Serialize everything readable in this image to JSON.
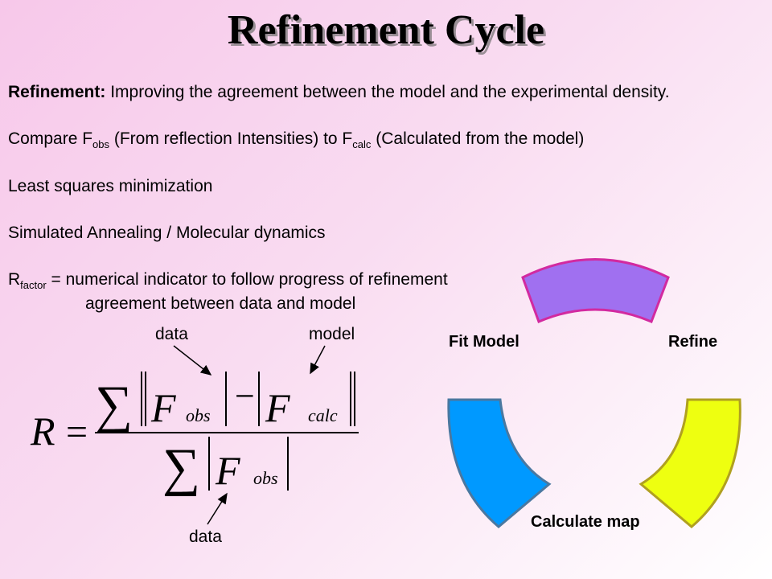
{
  "title": "Refinement Cycle",
  "lines": {
    "l1_bold": "Refinement:",
    "l1_rest": " Improving the agreement between the model and the experimental density.",
    "l2_a": "Compare F",
    "l2_sub1": "obs",
    "l2_b": " (From reflection Intensities) to F",
    "l2_sub2": "calc",
    "l2_c": " (Calculated from the model)",
    "l3": "Least squares minimization",
    "l4": "Simulated Annealing  / Molecular dynamics",
    "l5_a": "R",
    "l5_sub": "factor",
    "l5_b": " = numerical indicator to follow progress of refinement",
    "l6": "agreement between data and model"
  },
  "formula": {
    "lhs": "R",
    "equals": "=",
    "sum": "∑",
    "minus": "−",
    "F": "F",
    "obs": "obs",
    "calc": "calc",
    "label_data_top": "data",
    "label_model": "model",
    "label_data_bottom": "data"
  },
  "cycle": {
    "fit_model": "Fit Model",
    "refine": "Refine",
    "calculate_map": "Calculate map",
    "colors": {
      "top": "#a070f0",
      "right": "#eeff10",
      "left": "#0099ff",
      "stroke_top": "#d22aa0",
      "stroke_right": "#b0a020",
      "stroke_left": "#4a78a0"
    }
  }
}
